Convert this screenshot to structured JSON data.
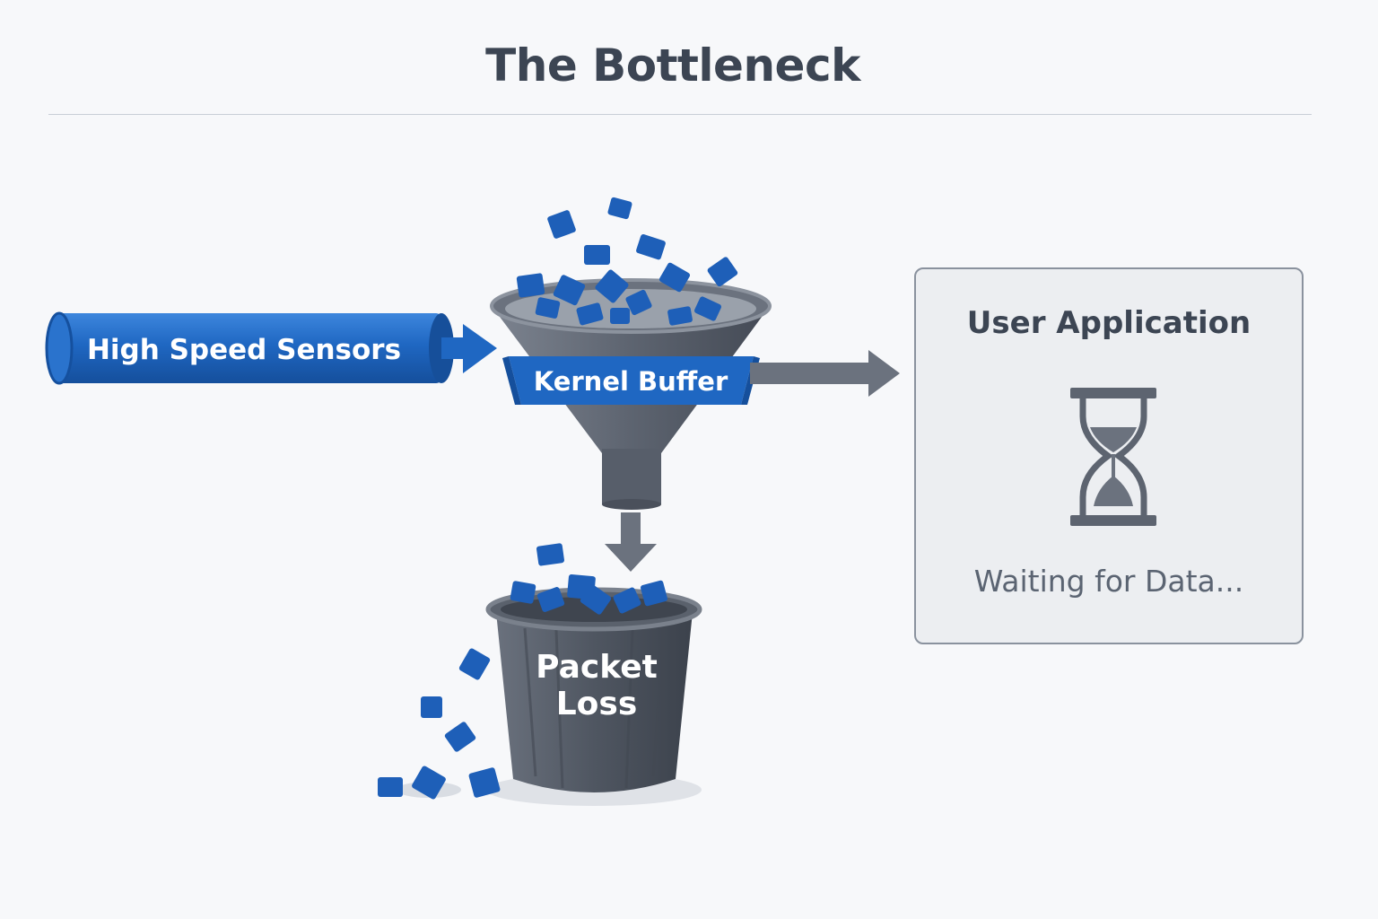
{
  "title": "The Bottleneck",
  "nodes": {
    "sensors": {
      "label": "High Speed Sensors"
    },
    "kernel_buffer": {
      "label": "Kernel Buffer"
    },
    "packet_loss": {
      "label_line1": "Packet",
      "label_line2": "Loss"
    },
    "user_application": {
      "title": "User Application",
      "status": "Waiting for Data..."
    }
  },
  "icons": {
    "funnel": "funnel-icon",
    "trash_bin": "trash-bin-icon",
    "hourglass": "hourglass-icon",
    "packet": "packet-icon"
  },
  "colors": {
    "packet_blue": "#1e5fb8",
    "sensor_blue": "#1f67c2",
    "funnel_gray": "#5d6470",
    "arrow_gray": "#6b727e",
    "title_text": "#3c4553"
  }
}
